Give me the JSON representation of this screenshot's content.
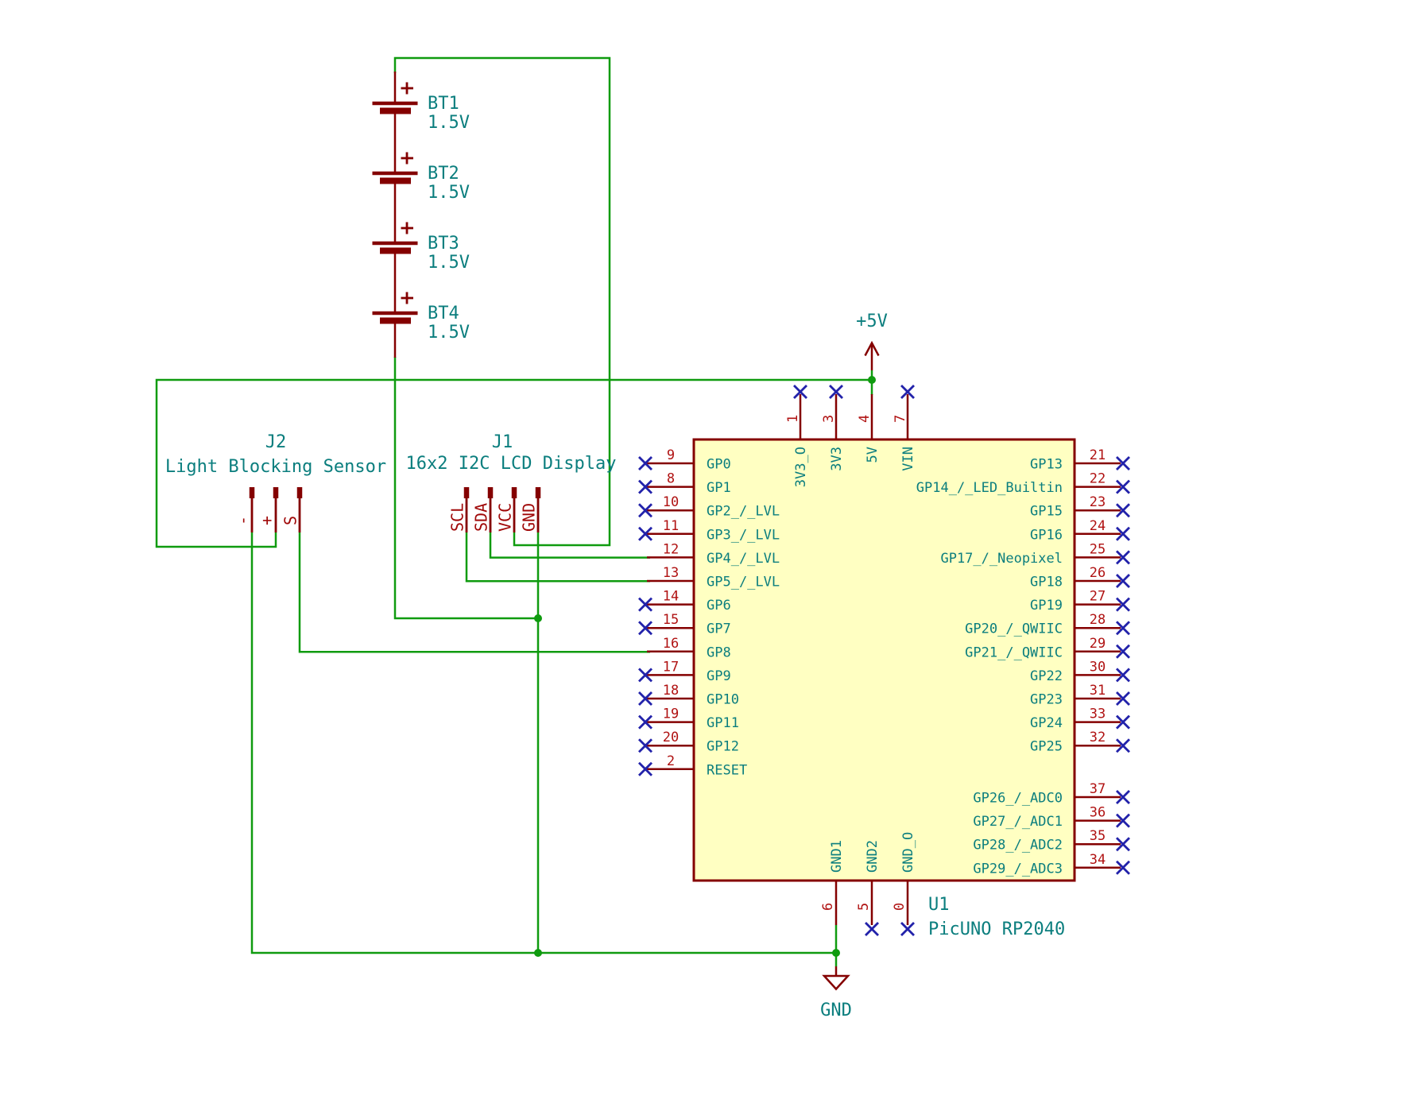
{
  "colors": {
    "wire": "#0F9B0F",
    "junction": "#0F9B0F",
    "symbol": "#840000",
    "pin_number": "#B01212",
    "connector_label": "#A00808",
    "text_teal": "#0B7E7E",
    "nc_blue": "#2222AA",
    "ic_fill": "#FFFFC2",
    "background": "#FFFFFF"
  },
  "power": {
    "plus5v_label": "+5V",
    "gnd_label": "GND"
  },
  "batteries": [
    {
      "ref": "BT1",
      "value": "1.5V"
    },
    {
      "ref": "BT2",
      "value": "1.5V"
    },
    {
      "ref": "BT3",
      "value": "1.5V"
    },
    {
      "ref": "BT4",
      "value": "1.5V"
    }
  ],
  "connectors": {
    "j2": {
      "ref": "J2",
      "description": "Light Blocking Sensor",
      "pins": [
        "-",
        "+",
        "S"
      ]
    },
    "j1": {
      "ref": "J1",
      "description": "16x2 I2C LCD Display",
      "pins": [
        "SCL",
        "SDA",
        "VCC",
        "GND"
      ]
    }
  },
  "ic_u1": {
    "ref": "U1",
    "value": "PicUNO RP2040",
    "left_pins": [
      {
        "number": "9",
        "name": "GP0",
        "connected": false
      },
      {
        "number": "8",
        "name": "GP1",
        "connected": false
      },
      {
        "number": "10",
        "name": "GP2_/_LVL",
        "connected": false
      },
      {
        "number": "11",
        "name": "GP3_/_LVL",
        "connected": false
      },
      {
        "number": "12",
        "name": "GP4_/_LVL",
        "connected": true
      },
      {
        "number": "13",
        "name": "GP5_/_LVL",
        "connected": true
      },
      {
        "number": "14",
        "name": "GP6",
        "connected": false
      },
      {
        "number": "15",
        "name": "GP7",
        "connected": false
      },
      {
        "number": "16",
        "name": "GP8",
        "connected": true
      },
      {
        "number": "17",
        "name": "GP9",
        "connected": false
      },
      {
        "number": "18",
        "name": "GP10",
        "connected": false
      },
      {
        "number": "19",
        "name": "GP11",
        "connected": false
      },
      {
        "number": "20",
        "name": "GP12",
        "connected": false
      },
      {
        "number": "2",
        "name": "RESET",
        "connected": false
      }
    ],
    "right_pins": [
      {
        "number": "21",
        "name": "GP13",
        "connected": false
      },
      {
        "number": "22",
        "name": "GP14_/_LED_Builtin",
        "connected": false
      },
      {
        "number": "23",
        "name": "GP15",
        "connected": false
      },
      {
        "number": "24",
        "name": "GP16",
        "connected": false
      },
      {
        "number": "25",
        "name": "GP17_/_Neopixel",
        "connected": false
      },
      {
        "number": "26",
        "name": "GP18",
        "connected": false
      },
      {
        "number": "27",
        "name": "GP19",
        "connected": false
      },
      {
        "number": "28",
        "name": "GP20_/_QWIIC",
        "connected": false
      },
      {
        "number": "29",
        "name": "GP21_/_QWIIC",
        "connected": false
      },
      {
        "number": "30",
        "name": "GP22",
        "connected": false
      },
      {
        "number": "31",
        "name": "GP23",
        "connected": false
      },
      {
        "number": "33",
        "name": "GP24",
        "connected": false
      },
      {
        "number": "32",
        "name": "GP25",
        "connected": false
      }
    ],
    "right_adc_pins": [
      {
        "number": "37",
        "name": "GP26_/_ADC0",
        "connected": false
      },
      {
        "number": "36",
        "name": "GP27_/_ADC1",
        "connected": false
      },
      {
        "number": "35",
        "name": "GP28_/_ADC2",
        "connected": false
      },
      {
        "number": "34",
        "name": "GP29_/_ADC3",
        "connected": false
      }
    ],
    "top_pins": [
      {
        "number": "1",
        "name": "3V3_O",
        "connected": false
      },
      {
        "number": "3",
        "name": "3V3",
        "connected": false
      },
      {
        "number": "4",
        "name": "5V",
        "connected": true
      },
      {
        "number": "7",
        "name": "VIN",
        "connected": false
      }
    ],
    "bottom_pins": [
      {
        "number": "6",
        "name": "GND1",
        "connected": true
      },
      {
        "number": "5",
        "name": "GND2",
        "connected": false
      },
      {
        "number": "0",
        "name": "GND_O",
        "connected": false
      }
    ]
  }
}
